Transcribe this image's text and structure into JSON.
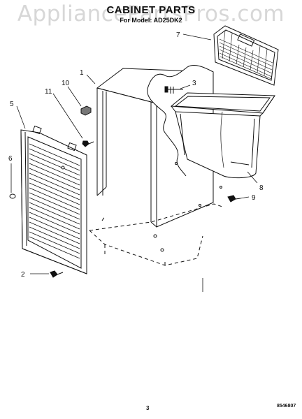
{
  "header": {
    "title": "CABINET PARTS",
    "subtitle": "For Model: AD25DK2"
  },
  "watermark": "AppliancePartsPros.com",
  "callouts": [
    "1",
    "2",
    "3",
    "5",
    "6",
    "7",
    "8",
    "9",
    "10",
    "11"
  ],
  "footer": {
    "page_number": "3",
    "doc_code": "8546807"
  }
}
